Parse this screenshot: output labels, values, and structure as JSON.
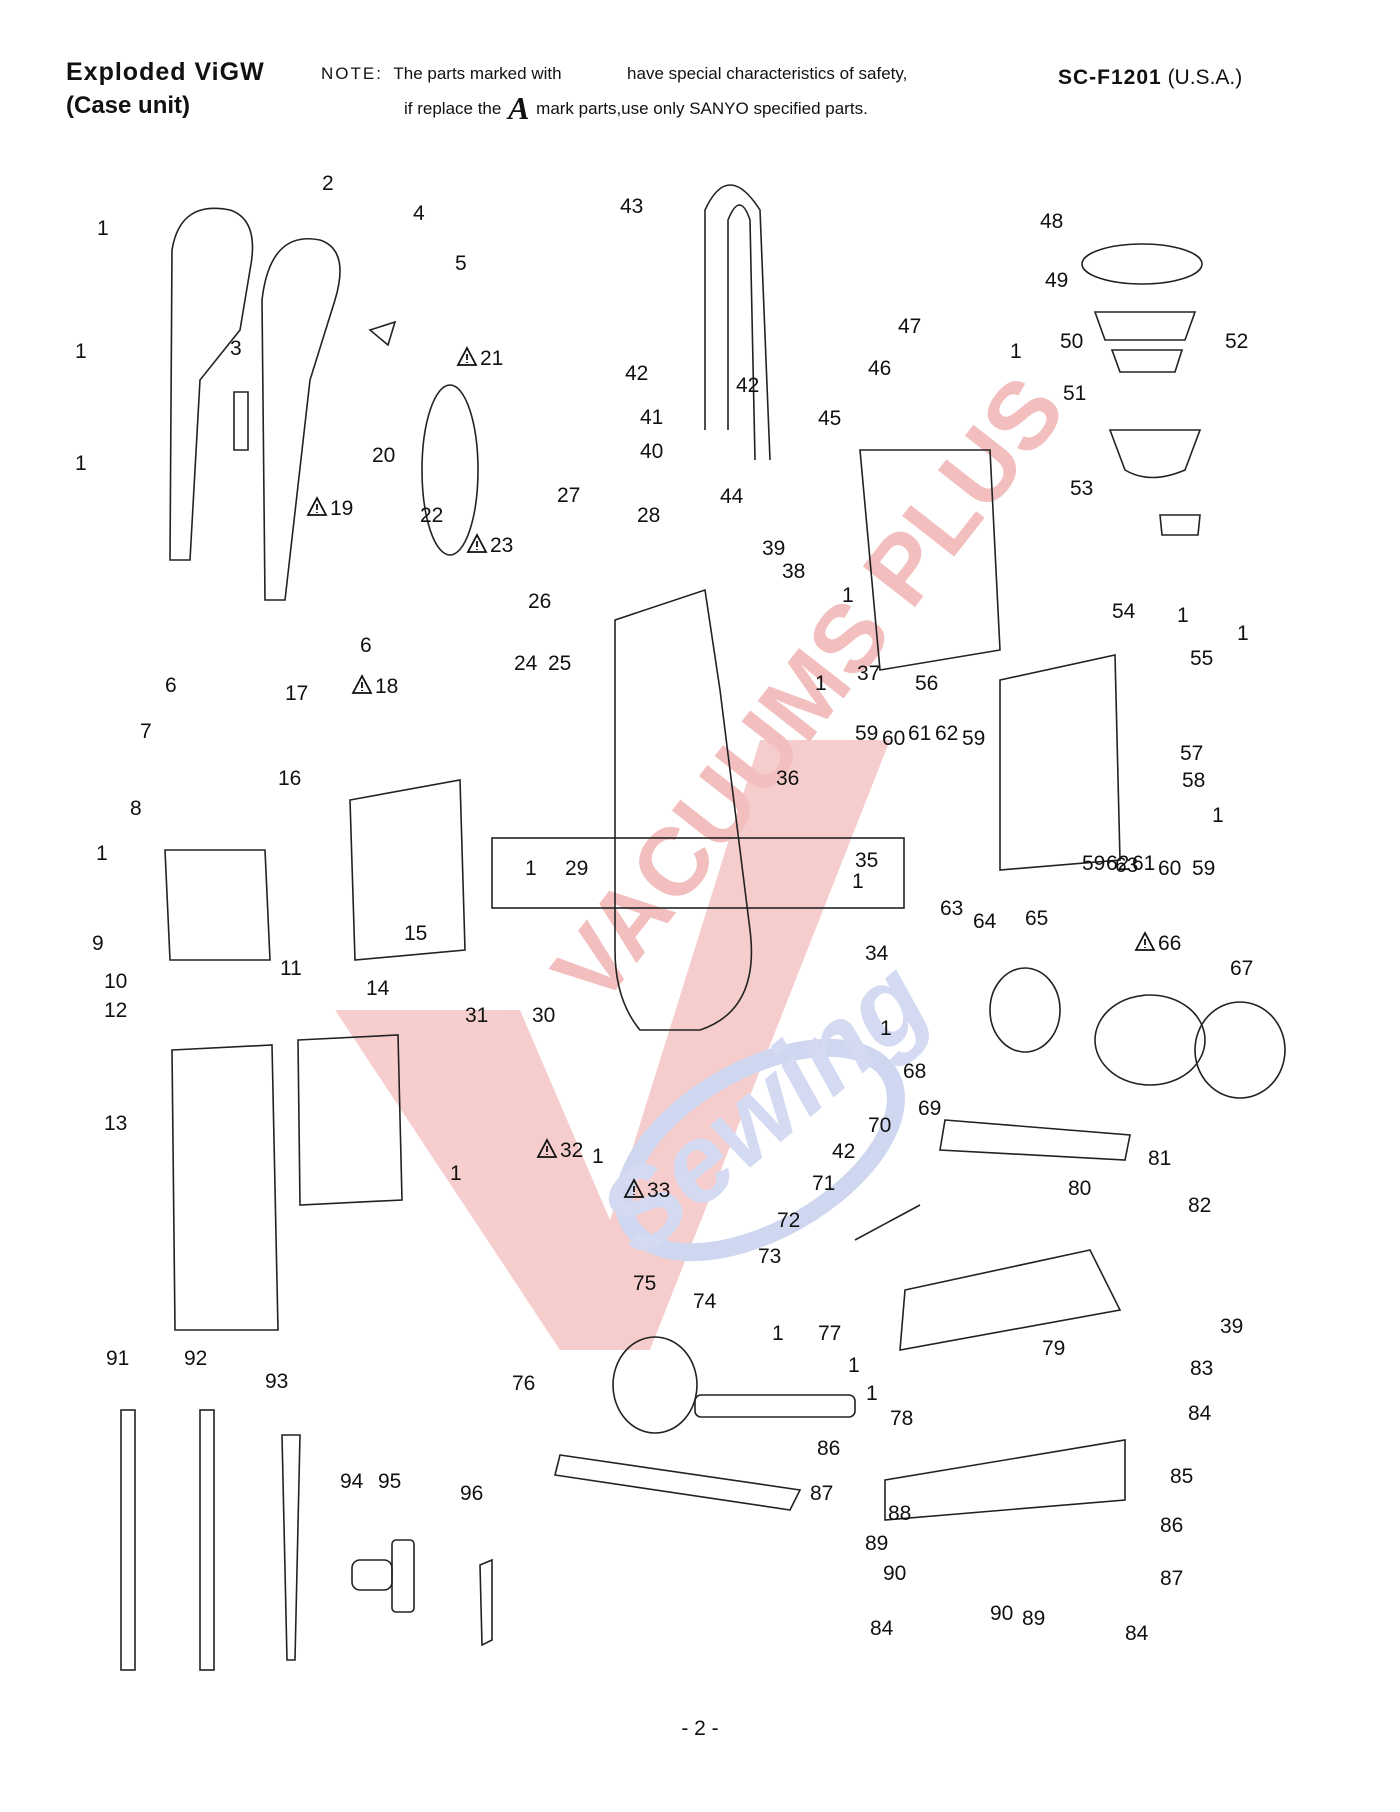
{
  "header": {
    "title_line1": "Exploded ViGW",
    "title_line2": "(Case unit)",
    "note_label": "NOTE:",
    "note_line1a": "The parts marked with",
    "note_line1b": "have special characteristics of safety,",
    "note_line2a": "if replace the",
    "note_mark": "A",
    "note_line2b": "mark parts,use only SANYO specified parts.",
    "model_code": "SC-F1201",
    "model_region": "(U.S.A.)"
  },
  "watermark": {
    "text1": "VACUUMS PLUS",
    "text2": "Sewing"
  },
  "footer": {
    "page": "- 2 -"
  },
  "callouts": [
    {
      "id": "c1a",
      "text": "1",
      "warn": false
    },
    {
      "id": "c2",
      "text": "2",
      "warn": false
    },
    {
      "id": "c4",
      "text": "4",
      "warn": false
    },
    {
      "id": "c5",
      "text": "5",
      "warn": false
    },
    {
      "id": "c1b",
      "text": "1",
      "warn": false
    },
    {
      "id": "c3",
      "text": "3",
      "warn": false
    },
    {
      "id": "c1c",
      "text": "1",
      "warn": false
    },
    {
      "id": "c21",
      "text": "21",
      "warn": true
    },
    {
      "id": "c20",
      "text": "20",
      "warn": false
    },
    {
      "id": "c19",
      "text": "19",
      "warn": true
    },
    {
      "id": "c22",
      "text": "22",
      "warn": false
    },
    {
      "id": "c23",
      "text": "23",
      "warn": true
    },
    {
      "id": "c6a",
      "text": "6",
      "warn": false
    },
    {
      "id": "c18",
      "text": "18",
      "warn": true
    },
    {
      "id": "c17",
      "text": "17",
      "warn": false
    },
    {
      "id": "c6b",
      "text": "6",
      "warn": false
    },
    {
      "id": "c7",
      "text": "7",
      "warn": false
    },
    {
      "id": "c16",
      "text": "16",
      "warn": false
    },
    {
      "id": "c8",
      "text": "8",
      "warn": false
    },
    {
      "id": "c1d",
      "text": "1",
      "warn": false
    },
    {
      "id": "c9",
      "text": "9",
      "warn": false
    },
    {
      "id": "c15",
      "text": "15",
      "warn": false
    },
    {
      "id": "c10",
      "text": "10",
      "warn": false
    },
    {
      "id": "c11",
      "text": "11",
      "warn": false
    },
    {
      "id": "c12",
      "text": "12",
      "warn": false
    },
    {
      "id": "c14",
      "text": "14",
      "warn": false
    },
    {
      "id": "c13",
      "text": "13",
      "warn": false
    },
    {
      "id": "c43",
      "text": "43",
      "warn": false
    },
    {
      "id": "c42a",
      "text": "42",
      "warn": false
    },
    {
      "id": "c41",
      "text": "41",
      "warn": false
    },
    {
      "id": "c40",
      "text": "40",
      "warn": false
    },
    {
      "id": "c42b",
      "text": "42",
      "warn": false
    },
    {
      "id": "c44",
      "text": "44",
      "warn": false
    },
    {
      "id": "c27",
      "text": "27",
      "warn": false
    },
    {
      "id": "c28",
      "text": "28",
      "warn": false
    },
    {
      "id": "c39a",
      "text": "39",
      "warn": false
    },
    {
      "id": "c38",
      "text": "38",
      "warn": false
    },
    {
      "id": "c1e",
      "text": "1",
      "warn": false
    },
    {
      "id": "c26",
      "text": "26",
      "warn": false
    },
    {
      "id": "c24",
      "text": "24",
      "warn": false
    },
    {
      "id": "c25",
      "text": "25",
      "warn": false
    },
    {
      "id": "c1f",
      "text": "1",
      "warn": false
    },
    {
      "id": "c37",
      "text": "37",
      "warn": false
    },
    {
      "id": "c36",
      "text": "36",
      "warn": false
    },
    {
      "id": "c35",
      "text": "35",
      "warn": false
    },
    {
      "id": "c1g",
      "text": "1",
      "warn": false
    },
    {
      "id": "c1h",
      "text": "1",
      "warn": false
    },
    {
      "id": "c29",
      "text": "29",
      "warn": false
    },
    {
      "id": "c34",
      "text": "34",
      "warn": false
    },
    {
      "id": "c1i",
      "text": "1",
      "warn": false
    },
    {
      "id": "c31",
      "text": "31",
      "warn": false
    },
    {
      "id": "c30",
      "text": "30",
      "warn": false
    },
    {
      "id": "c32",
      "text": "32",
      "warn": true
    },
    {
      "id": "c1j",
      "text": "1",
      "warn": false
    },
    {
      "id": "c1k",
      "text": "1",
      "warn": false
    },
    {
      "id": "c33",
      "text": "33",
      "warn": true
    },
    {
      "id": "c45",
      "text": "45",
      "warn": false
    },
    {
      "id": "c46",
      "text": "46",
      "warn": false
    },
    {
      "id": "c47",
      "text": "47",
      "warn": false
    },
    {
      "id": "c1l",
      "text": "1",
      "warn": false
    },
    {
      "id": "c48",
      "text": "48",
      "warn": false
    },
    {
      "id": "c49",
      "text": "49",
      "warn": false
    },
    {
      "id": "c50",
      "text": "50",
      "warn": false
    },
    {
      "id": "c52",
      "text": "52",
      "warn": false
    },
    {
      "id": "c51",
      "text": "51",
      "warn": false
    },
    {
      "id": "c53",
      "text": "53",
      "warn": false
    },
    {
      "id": "c54",
      "text": "54",
      "warn": false
    },
    {
      "id": "c1m",
      "text": "1",
      "warn": false
    },
    {
      "id": "c1n",
      "text": "1",
      "warn": false
    },
    {
      "id": "c55",
      "text": "55",
      "warn": false
    },
    {
      "id": "c56",
      "text": "56",
      "warn": false
    },
    {
      "id": "c59a",
      "text": "59",
      "warn": false
    },
    {
      "id": "c60a",
      "text": "60",
      "warn": false
    },
    {
      "id": "c61a",
      "text": "61",
      "warn": false
    },
    {
      "id": "c62a",
      "text": "62",
      "warn": false
    },
    {
      "id": "c59b",
      "text": "59",
      "warn": false
    },
    {
      "id": "c57",
      "text": "57",
      "warn": false
    },
    {
      "id": "c58",
      "text": "58",
      "warn": false
    },
    {
      "id": "c1o",
      "text": "1",
      "warn": false
    },
    {
      "id": "c59c",
      "text": "59",
      "warn": false
    },
    {
      "id": "c62b",
      "text": "62",
      "warn": false
    },
    {
      "id": "c61b",
      "text": "61",
      "warn": false
    },
    {
      "id": "c60b",
      "text": "60",
      "warn": false
    },
    {
      "id": "c59d",
      "text": "59",
      "warn": false
    },
    {
      "id": "c63a",
      "text": "63",
      "warn": false
    },
    {
      "id": "c63b",
      "text": "63",
      "warn": false
    },
    {
      "id": "c64",
      "text": "64",
      "warn": false
    },
    {
      "id": "c65",
      "text": "65",
      "warn": false
    },
    {
      "id": "c66",
      "text": "66",
      "warn": true
    },
    {
      "id": "c67",
      "text": "67",
      "warn": false
    },
    {
      "id": "c68",
      "text": "68",
      "warn": false
    },
    {
      "id": "c69",
      "text": "69",
      "warn": false
    },
    {
      "id": "c70",
      "text": "70",
      "warn": false
    },
    {
      "id": "c42c",
      "text": "42",
      "warn": false
    },
    {
      "id": "c71",
      "text": "71",
      "warn": false
    },
    {
      "id": "c80",
      "text": "80",
      "warn": false
    },
    {
      "id": "c81",
      "text": "81",
      "warn": false
    },
    {
      "id": "c82",
      "text": "82",
      "warn": false
    },
    {
      "id": "c72",
      "text": "72",
      "warn": false
    },
    {
      "id": "c73",
      "text": "73",
      "warn": false
    },
    {
      "id": "c75",
      "text": "75",
      "warn": false
    },
    {
      "id": "c74",
      "text": "74",
      "warn": false
    },
    {
      "id": "c1p",
      "text": "1",
      "warn": false
    },
    {
      "id": "c77",
      "text": "77",
      "warn": false
    },
    {
      "id": "c79",
      "text": "79",
      "warn": false
    },
    {
      "id": "c39b",
      "text": "39",
      "warn": false
    },
    {
      "id": "c1q",
      "text": "1",
      "warn": false
    },
    {
      "id": "c83",
      "text": "83",
      "warn": false
    },
    {
      "id": "c1r",
      "text": "1",
      "warn": false
    },
    {
      "id": "c78",
      "text": "78",
      "warn": false
    },
    {
      "id": "c84a",
      "text": "84",
      "warn": false
    },
    {
      "id": "c76",
      "text": "76",
      "warn": false
    },
    {
      "id": "c86a",
      "text": "86",
      "warn": false
    },
    {
      "id": "c85",
      "text": "85",
      "warn": false
    },
    {
      "id": "c87a",
      "text": "87",
      "warn": false
    },
    {
      "id": "c88",
      "text": "88",
      "warn": false
    },
    {
      "id": "c86b",
      "text": "86",
      "warn": false
    },
    {
      "id": "c89a",
      "text": "89",
      "warn": false
    },
    {
      "id": "c90a",
      "text": "90",
      "warn": false
    },
    {
      "id": "c87b",
      "text": "87",
      "warn": false
    },
    {
      "id": "c90b",
      "text": "90",
      "warn": false
    },
    {
      "id": "c89b",
      "text": "89",
      "warn": false
    },
    {
      "id": "c84b",
      "text": "84",
      "warn": false
    },
    {
      "id": "c84c",
      "text": "84",
      "warn": false
    },
    {
      "id": "c91",
      "text": "91",
      "warn": false
    },
    {
      "id": "c92",
      "text": "92",
      "warn": false
    },
    {
      "id": "c93",
      "text": "93",
      "warn": false
    },
    {
      "id": "c94",
      "text": "94",
      "warn": false
    },
    {
      "id": "c95",
      "text": "95",
      "warn": false
    },
    {
      "id": "c96",
      "text": "96",
      "warn": false
    }
  ]
}
